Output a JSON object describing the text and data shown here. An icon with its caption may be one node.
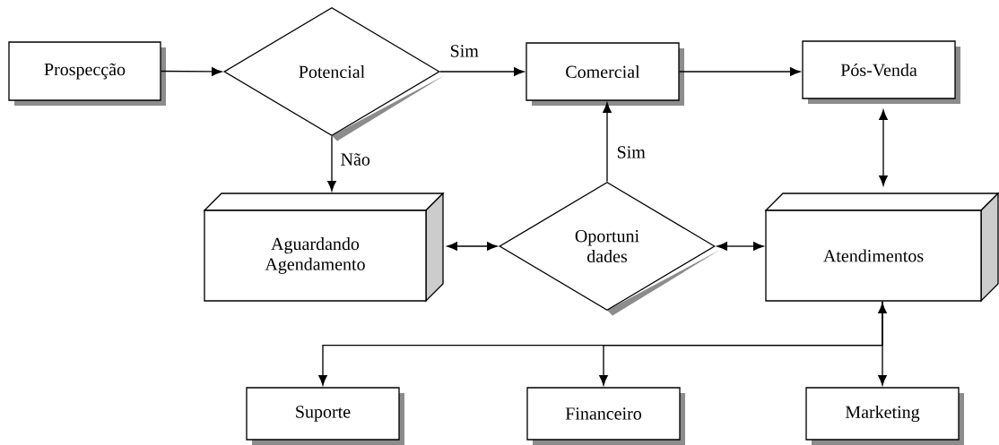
{
  "diagram": {
    "nodes": [
      {
        "text": [
          "Prospecção"
        ]
      },
      {
        "text": [
          "Potencial"
        ]
      },
      {
        "text": [
          "Comercial"
        ]
      },
      {
        "text": [
          "Pós-Venda"
        ]
      },
      {
        "text": [
          "Aguardando Agendamento"
        ]
      },
      {
        "text": [
          "Oportuni dades"
        ]
      },
      {
        "text": [
          "Atendimentos"
        ]
      },
      {
        "text": [
          "Suporte"
        ]
      },
      {
        "text": [
          "Financeiro"
        ]
      },
      {
        "text": [
          "Marketing"
        ]
      }
    ],
    "edges": [
      {
        "from": 0,
        "to": 1,
        "arrow": "to"
      },
      {
        "from": 1,
        "to": 2,
        "arrow": "to",
        "label": "Sim"
      },
      {
        "from": 2,
        "to": 3,
        "arrow": "to"
      },
      {
        "from": 1,
        "to": 4,
        "arrow": "to",
        "label": "Não"
      },
      {
        "from": 5,
        "to": 2,
        "arrow": "to",
        "label": "Sim"
      },
      {
        "from": 4,
        "to": 5,
        "arrow": "both"
      },
      {
        "from": 5,
        "to": 6,
        "arrow": "both"
      },
      {
        "from": 3,
        "to": 6,
        "arrow": "both"
      },
      {
        "from": 6,
        "to": 7,
        "arrow": "to"
      },
      {
        "from": 6,
        "to": 8,
        "arrow": "to"
      },
      {
        "from": 6,
        "to": 9,
        "arrow": "both"
      }
    ]
  }
}
